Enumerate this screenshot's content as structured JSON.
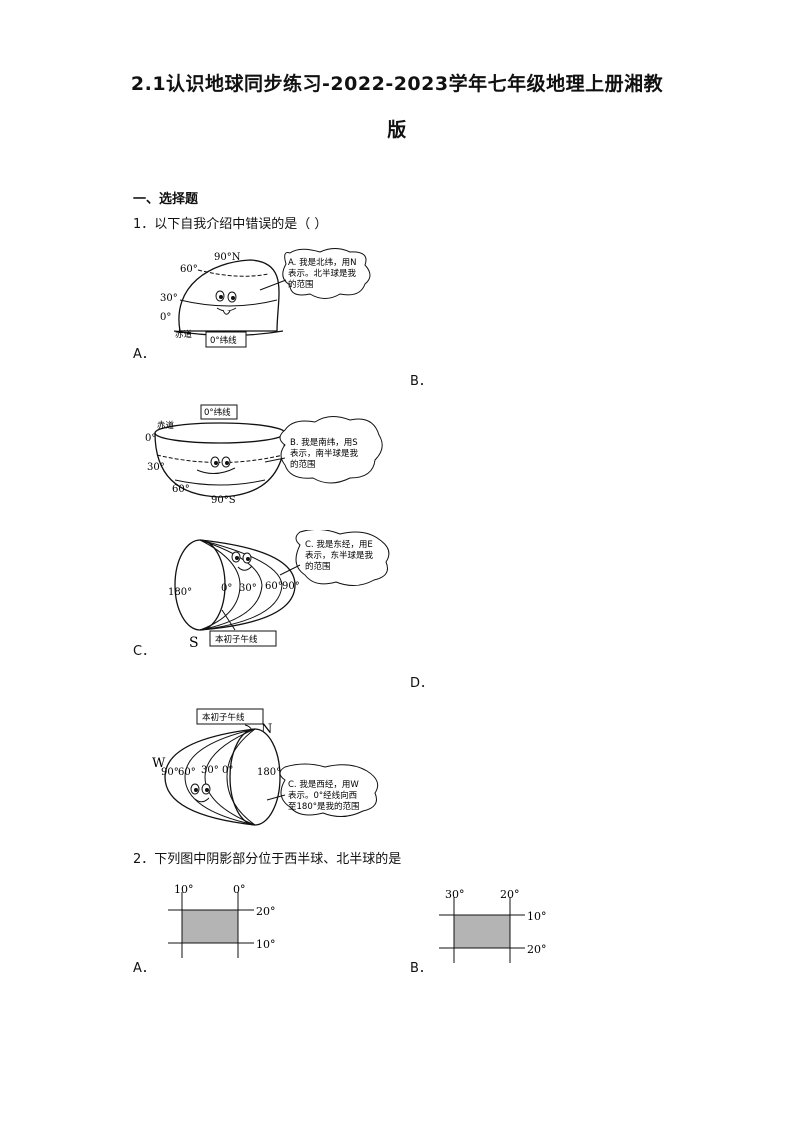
{
  "doc": {
    "title_line1": "2.1认识地球同步练习-2022-2023学年七年级地理上册湘教",
    "title_line2": "版",
    "section": "一、选择题"
  },
  "q1": {
    "stem": "1．以下自我介绍中错误的是（    ）",
    "opt_a": "A．",
    "opt_b": "B．",
    "opt_c": "C．",
    "opt_d": "D．",
    "figA": {
      "l90": "90°N",
      "l60": "60°",
      "l30": "30°",
      "l0": "0°",
      "equator": "赤道",
      "box": "0°纬线",
      "bubble": [
        "A. 我是北纬，用N",
        "表示。北半球是我",
        "的范围"
      ]
    },
    "figB": {
      "box": "0°纬线",
      "equator": "赤道",
      "l0": "0°",
      "l30": "30°",
      "l60": "60°",
      "l90": "90°S",
      "bubble": [
        "B. 我是南纬，用S",
        "表示，南半球是我",
        "的范围"
      ]
    },
    "figC": {
      "l180": "180°",
      "l0": "0°",
      "l30": "30°",
      "l60": "60°",
      "l90": "90°",
      "s": "S",
      "box": "本初子午线",
      "bubble": [
        "C. 我是东经，用E",
        "表示，东半球是我",
        "的范围"
      ]
    },
    "figD": {
      "box": "本初子午线",
      "n": "N",
      "w": "W",
      "l90": "90°",
      "l60": "60°",
      "l30": "30°",
      "l0": "0°",
      "l180": "180°",
      "bubble": [
        "C. 我是西经，用W",
        "表示。0°经线向西",
        "至180°是我的范围"
      ]
    }
  },
  "q2": {
    "stem": "2．下列图中阴影部分位于西半球、北半球的是",
    "opt_a": "A．",
    "opt_b": "B．",
    "figA": {
      "top_left": "10°",
      "top_right": "0°",
      "right_top": "20°",
      "right_bottom": "10°"
    },
    "figB": {
      "top_left": "30°",
      "top_right": "20°",
      "right_top": "10°",
      "right_bottom": "20°"
    }
  }
}
